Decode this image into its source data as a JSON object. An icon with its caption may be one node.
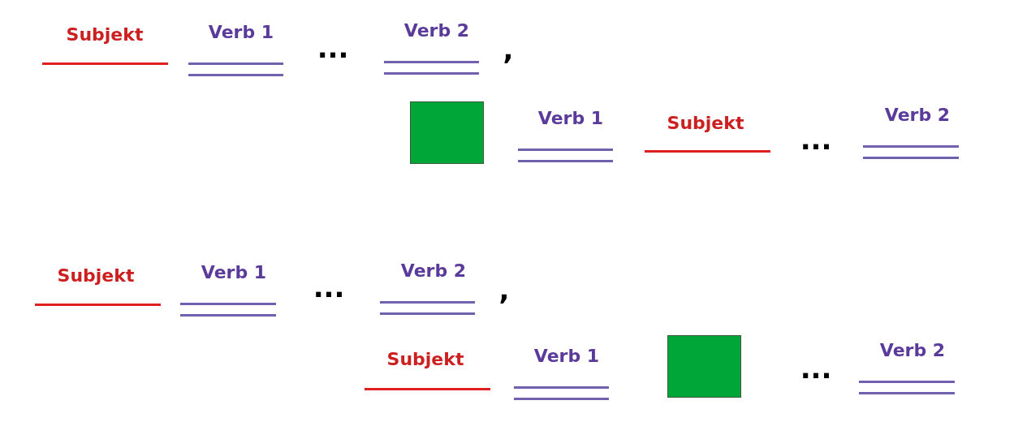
{
  "diagram": {
    "nodes": [
      {
        "text": [],
        "shape": "box"
      },
      {
        "text": [],
        "shape": "box"
      }
    ],
    "labels": [
      "Subjekt",
      "Verb 1",
      "...",
      "Verb 2",
      ",",
      "Verb 1",
      "Subjekt",
      "...",
      "Verb 2",
      "Subjekt",
      "Verb 1",
      "...",
      "Verb 2",
      ",",
      "Subjekt",
      "Verb 1",
      "...",
      "Verb 2"
    ]
  }
}
